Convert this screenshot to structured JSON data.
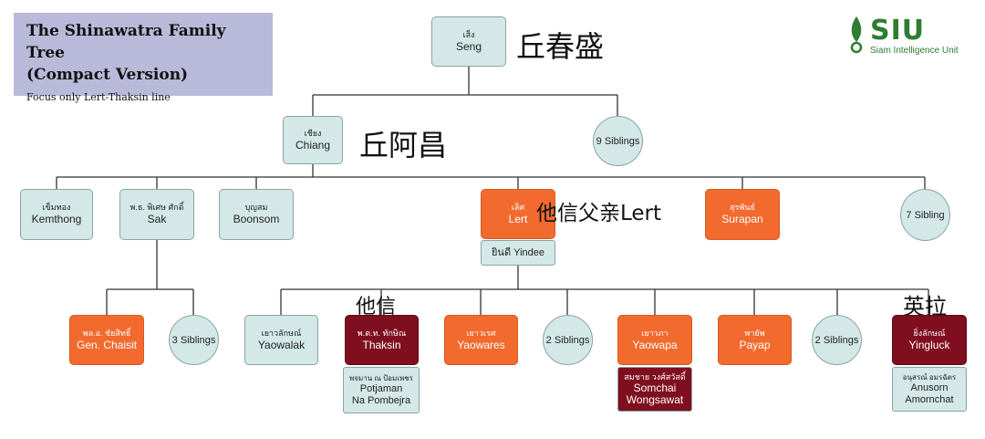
{
  "title": {
    "main_line1": "The Shinawatra Family Tree",
    "main_line2": "(Compact Version)",
    "subtitle": "Focus only Lert-Thaksin line"
  },
  "logo": {
    "icon": "siu-leaf-icon",
    "name": "SIU",
    "tagline": "Siam Intelligence Unit",
    "color": "#2e7d32"
  },
  "colors": {
    "teal": "#d4e8e8",
    "orange": "#f26a2e",
    "maroon": "#7f0f1e",
    "line": "#333333",
    "title_bg": "#b9b9d9"
  },
  "annotations": {
    "seng": "丘春盛",
    "chiang": "丘阿昌",
    "lert": "他信父亲Lert",
    "thaksin": "他信",
    "yingluck": "英拉"
  },
  "nodes": {
    "seng": {
      "thai": "เส็ง",
      "eng": "Seng"
    },
    "chiang": {
      "thai": "เชียง",
      "eng": "Chiang"
    },
    "chiang_siblings": {
      "eng": "9 Siblings"
    },
    "kemthong": {
      "thai": "เข็มทอง",
      "eng": "Kemthong"
    },
    "sak": {
      "thai": "พ.ธ. พิเศษ ศักดิ์",
      "eng": "Sak"
    },
    "boonsom": {
      "thai": "บุญสม",
      "eng": "Boonsom"
    },
    "lert": {
      "thai": "เลิศ",
      "eng": "Lert"
    },
    "lert_spouse": {
      "eng": "ยินดี Yindee"
    },
    "surapan": {
      "thai": "สุรพันธ์",
      "eng": "Surapan"
    },
    "lert_siblings": {
      "eng": "7 Sibling"
    },
    "chaisit": {
      "thai": "พล.อ. ชัยสิทธิ์",
      "eng": "Gen. Chaisit"
    },
    "sak_siblings": {
      "eng": "3 Siblings"
    },
    "yaowalak": {
      "thai": "เยาวลักษณ์",
      "eng": "Yaowalak"
    },
    "thaksin": {
      "thai": "พ.ต.ท. ทักษิณ",
      "eng": "Thaksin"
    },
    "thaksin_spouse": {
      "thai": "พจมาน ณ ป้อมเพชร",
      "eng1": "Potjaman",
      "eng2": "Na Pombejra"
    },
    "yaowares": {
      "thai": "เยาวเรศ",
      "eng": "Yaowares"
    },
    "siblings_a": {
      "eng": "2 Siblings"
    },
    "yaowapa": {
      "thai": "เยาวภา",
      "eng": "Yaowapa"
    },
    "yaowapa_spouse": {
      "thai": "สมชาย วงศ์สวัสดิ์",
      "eng1": "Somchai",
      "eng2": "Wongsawat"
    },
    "payap": {
      "thai": "พายัพ",
      "eng": "Payap"
    },
    "siblings_b": {
      "eng": "2 Siblings"
    },
    "yingluck": {
      "thai": "ยิ่งลักษณ์",
      "eng": "Yingluck"
    },
    "yingluck_spouse": {
      "thai": "อนุสรณ์ อมรฉัตร",
      "eng1": "Anusorn",
      "eng2": "Amornchat"
    }
  }
}
